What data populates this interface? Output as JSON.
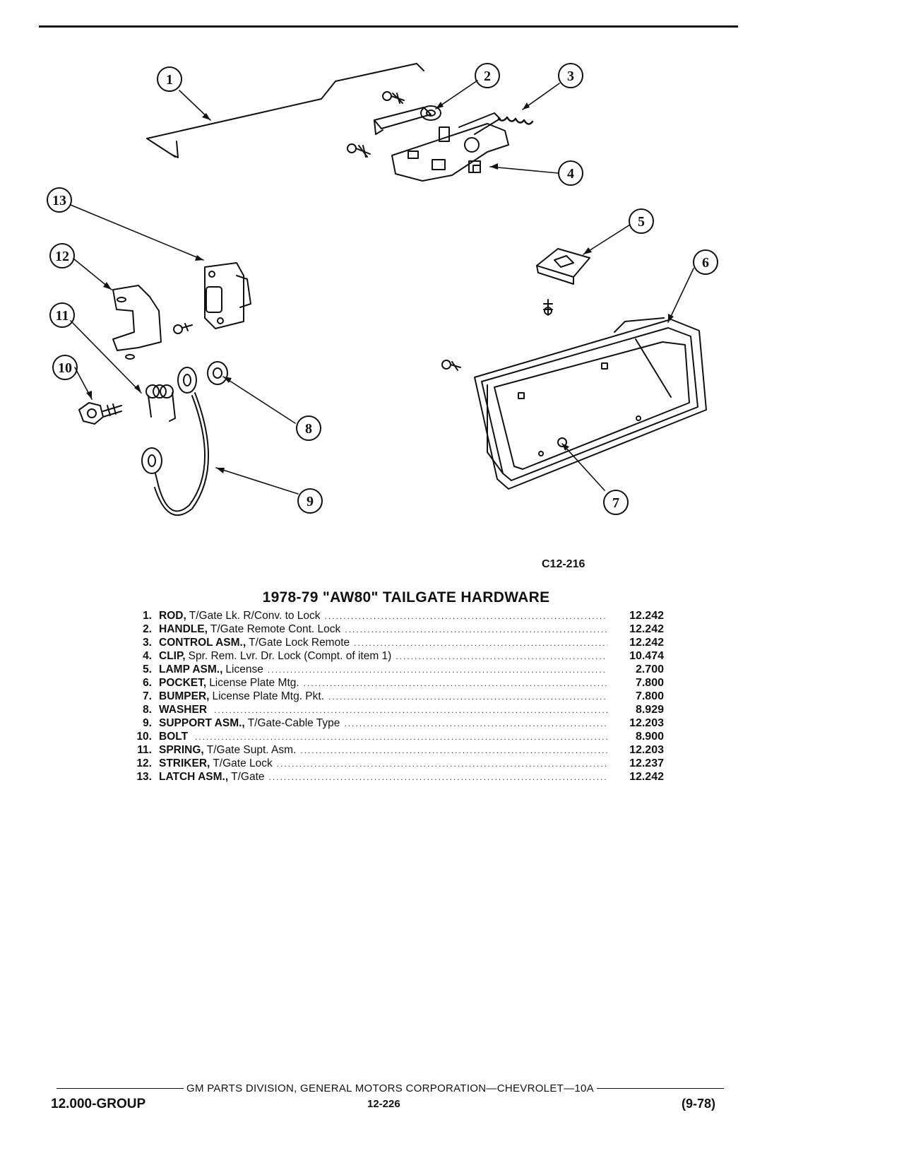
{
  "figure": {
    "code": "C12-216",
    "callouts": [
      "1",
      "2",
      "3",
      "4",
      "5",
      "6",
      "7",
      "8",
      "9",
      "10",
      "11",
      "12",
      "13"
    ]
  },
  "title": "1978-79 \"AW80\" TAILGATE HARDWARE",
  "parts": [
    {
      "num": "1.",
      "name": "ROD,",
      "desc": "T/Gate Lk. R/Conv. to Lock",
      "group": "12.242"
    },
    {
      "num": "2.",
      "name": "HANDLE,",
      "desc": "T/Gate Remote Cont. Lock",
      "group": "12.242"
    },
    {
      "num": "3.",
      "name": "CONTROL ASM.,",
      "desc": "T/Gate Lock Remote",
      "group": "12.242"
    },
    {
      "num": "4.",
      "name": "CLIP,",
      "desc": "Spr. Rem. Lvr. Dr. Lock (Compt. of item 1)",
      "group": "10.474"
    },
    {
      "num": "5.",
      "name": "LAMP ASM.,",
      "desc": "License",
      "group": "2.700"
    },
    {
      "num": "6.",
      "name": "POCKET,",
      "desc": "License Plate Mtg.",
      "group": "7.800"
    },
    {
      "num": "7.",
      "name": "BUMPER,",
      "desc": "License Plate Mtg. Pkt.",
      "group": "7.800"
    },
    {
      "num": "8.",
      "name": "WASHER",
      "desc": "",
      "group": "8.929"
    },
    {
      "num": "9.",
      "name": "SUPPORT ASM.,",
      "desc": "T/Gate-Cable Type",
      "group": "12.203"
    },
    {
      "num": "10.",
      "name": "BOLT",
      "desc": "",
      "group": "8.900"
    },
    {
      "num": "11.",
      "name": "SPRING,",
      "desc": "T/Gate Supt. Asm.",
      "group": "12.203"
    },
    {
      "num": "12.",
      "name": "STRIKER,",
      "desc": "T/Gate Lock",
      "group": "12.237"
    },
    {
      "num": "13.",
      "name": "LATCH ASM.,",
      "desc": "T/Gate",
      "group": "12.242"
    }
  ],
  "footer": {
    "corporation": "GM PARTS DIVISION, GENERAL MOTORS CORPORATION—CHEVROLET—10A",
    "group": "12.000-GROUP",
    "page": "12-226",
    "date": "(9-78)"
  }
}
